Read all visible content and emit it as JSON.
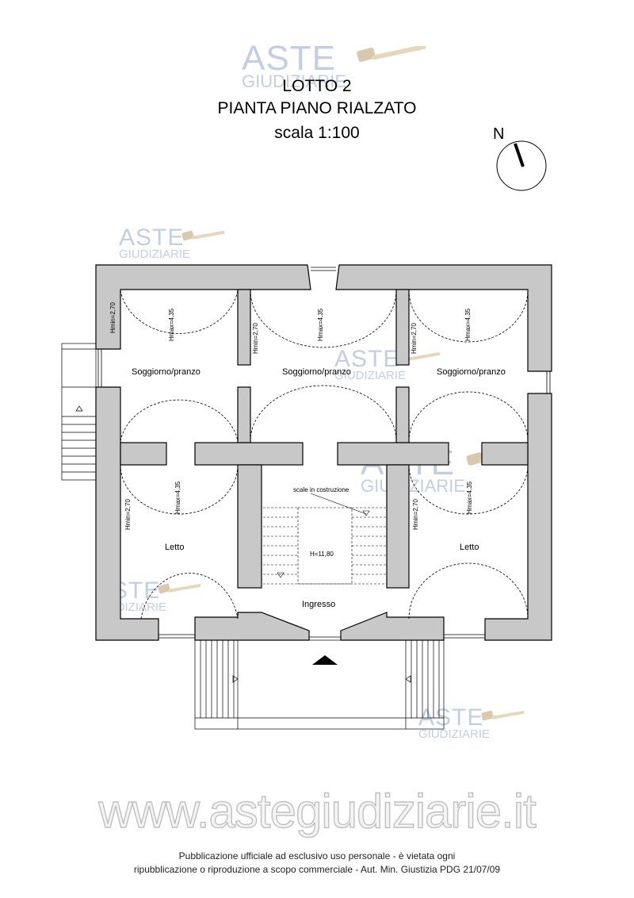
{
  "header": {
    "lot": "LOTTO 2",
    "plan": "PIANTA PIANO RIALZATO",
    "scale": "scala 1:100"
  },
  "compass": {
    "label": "N"
  },
  "watermark": {
    "line1": "ASTE",
    "line2": "GIUDIZIARIE"
  },
  "rooms": {
    "soggiorno": "Soggiorno/pranzo",
    "letto": "Letto",
    "ingresso": "Ingresso",
    "stairs_note": "scale in costruzione",
    "stair_height": "H=11,80"
  },
  "heights": {
    "hmin": "Hmin=2,70",
    "hmax": "Hmax=4,35"
  },
  "footer": {
    "url": "www.astegiudiziarie.it",
    "notice_line1": "Pubblicazione ufficiale ad esclusivo uso personale - è vietata ogni",
    "notice_line2": "ripubblicazione o riproduzione a scopo commerciale - Aut. Min. Giustizia PDG 21/07/09"
  }
}
